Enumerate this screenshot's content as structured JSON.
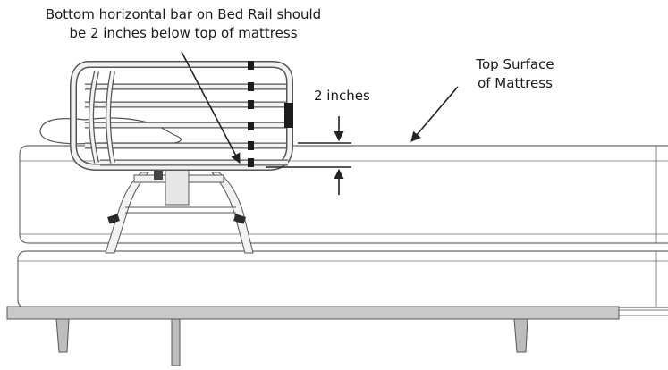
{
  "annotations": {
    "rail_note_line1": "Bottom horizontal bar on Bed Rail should",
    "rail_note_line2": "be 2 inches below top of mattress",
    "dimension_label": "2 inches",
    "mattress_note_line1": "Top Surface",
    "mattress_note_line2": "of Mattress"
  },
  "colors": {
    "line": "#222222",
    "outline": "#6b6b6b",
    "frame_fill": "#c9c9c9",
    "rail_fill": "#f2f2f2",
    "rail_dark": "#1c1c1c"
  }
}
